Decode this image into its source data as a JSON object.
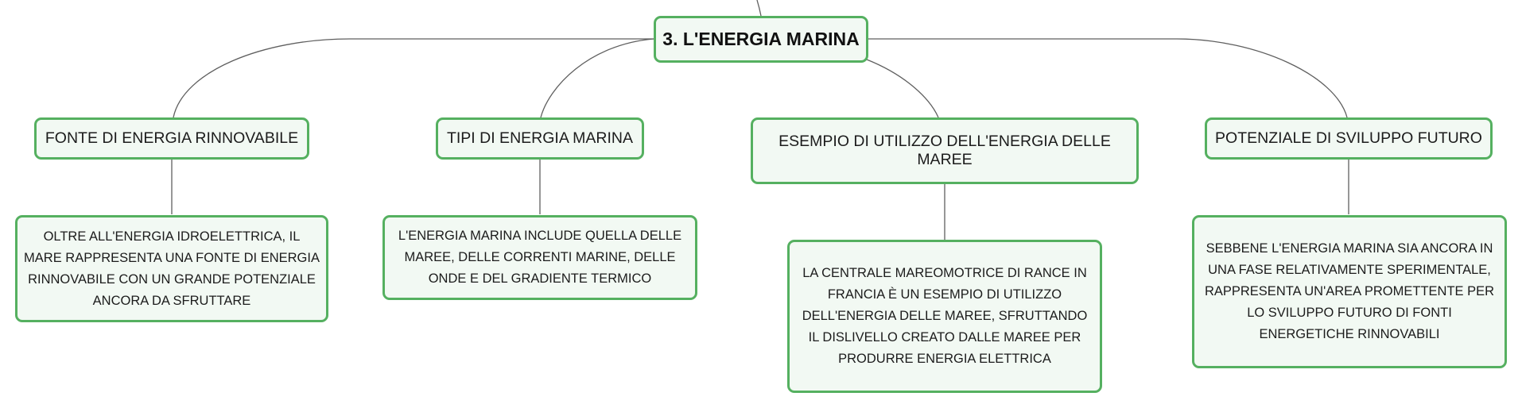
{
  "map": {
    "central": {
      "label": "3. L'ENERGIA MARINA"
    },
    "topics": [
      {
        "label": "FONTE DI ENERGIA RINNOVABILE",
        "detail": "OLTRE ALL'ENERGIA IDROELETTRICA, IL MARE RAPPRESENTA UNA FONTE DI ENERGIA RINNOVABILE CON UN GRANDE POTENZIALE ANCORA DA SFRUTTARE"
      },
      {
        "label": "TIPI DI ENERGIA MARINA",
        "detail": "L'ENERGIA MARINA INCLUDE QUELLA DELLE MAREE, DELLE CORRENTI MARINE, DELLE ONDE E DEL GRADIENTE TERMICO"
      },
      {
        "label": "ESEMPIO DI UTILIZZO DELL'ENERGIA DELLE MAREE",
        "detail": "LA CENTRALE MAREOMOTRICE DI RANCE IN FRANCIA È UN ESEMPIO DI UTILIZZO DELL'ENERGIA DELLE MAREE, SFRUTTANDO IL DISLIVELLO CREATO DALLE MAREE PER PRODURRE ENERGIA ELETTRICA"
      },
      {
        "label": "POTENZIALE DI SVILUPPO FUTURO",
        "detail": "SEBBENE L'ENERGIA MARINA SIA ANCORA IN UNA FASE RELATIVAMENTE SPERIMENTALE, RAPPRESENTA UN'AREA PROMETTENTE PER LO SVILUPPO FUTURO DI FONTI ENERGETICHE RINNOVABILI"
      }
    ]
  },
  "colors": {
    "node_border": "#55b060",
    "node_fill": "#f2f9f3",
    "connector": "#5f5f5f"
  }
}
